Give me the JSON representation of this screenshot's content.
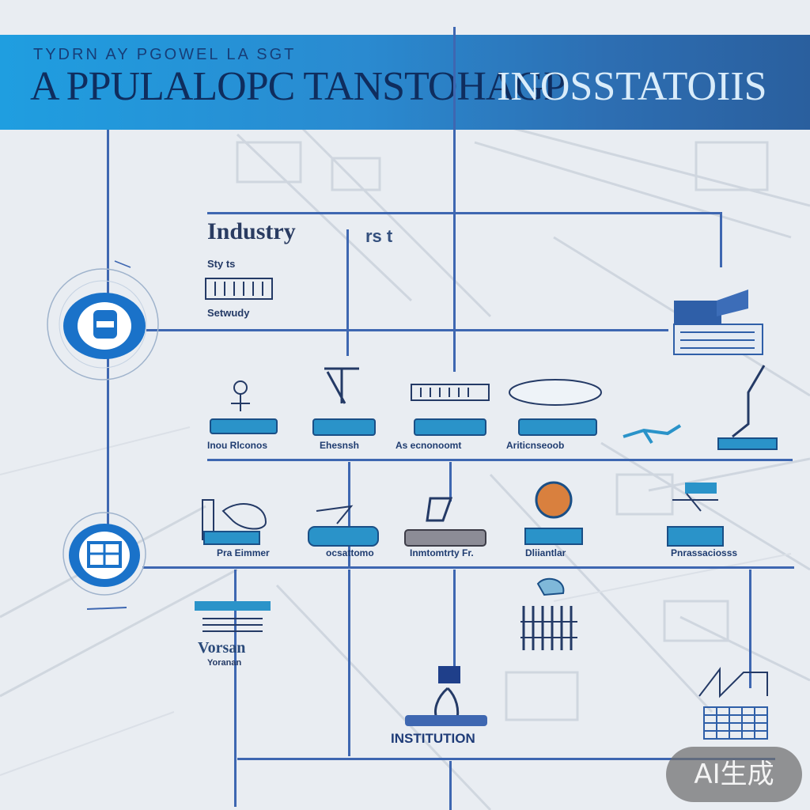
{
  "banner": {
    "subtitle": "TYDRN AY PGOWEL LA SGT",
    "title_left": "A PPULALOPC TANSTOHAGP",
    "title_right": "INOSSTATOIIS"
  },
  "upper_panel": {
    "heading": "Industry",
    "heading_side": "rs t",
    "lines": [
      "Sty ts",
      "Setwudy"
    ]
  },
  "labels": {
    "row1": [
      "Inou Rlconos",
      "Ehesnsh",
      "As ecnonoomt",
      "Ariticnseoob"
    ],
    "row2": [
      "Pra Eimmer",
      "ocsattomo",
      "Inmtomtrty Fr.",
      "Dliiantlar",
      "Pnrassaciosss"
    ],
    "lower_left": [
      "Vorsan",
      "Yoranan"
    ],
    "bottom": "INSTITUTION"
  },
  "badge": "AI生成",
  "colors": {
    "wire": "#3e67b1",
    "accent": "#1f9ee0",
    "hub": "#1a72c9"
  }
}
